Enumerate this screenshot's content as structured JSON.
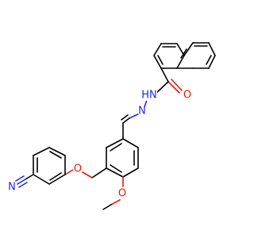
{
  "colors": {
    "carbon": "#000000",
    "oxygen": "#e8170f",
    "nitrogen": "#2727e6",
    "background": "#ffffff"
  },
  "atoms": [
    {
      "id": "o_carbonyl",
      "label": "O",
      "element": "oxygen"
    },
    {
      "id": "n_amide",
      "label": "HN",
      "element": "nitrogen"
    },
    {
      "id": "n_imine",
      "label": "N",
      "element": "nitrogen"
    },
    {
      "id": "o_ether",
      "label": "O",
      "element": "oxygen"
    },
    {
      "id": "o_methoxy",
      "label": "O",
      "element": "oxygen"
    },
    {
      "id": "n_nitrile",
      "label": "N",
      "element": "nitrogen"
    }
  ]
}
